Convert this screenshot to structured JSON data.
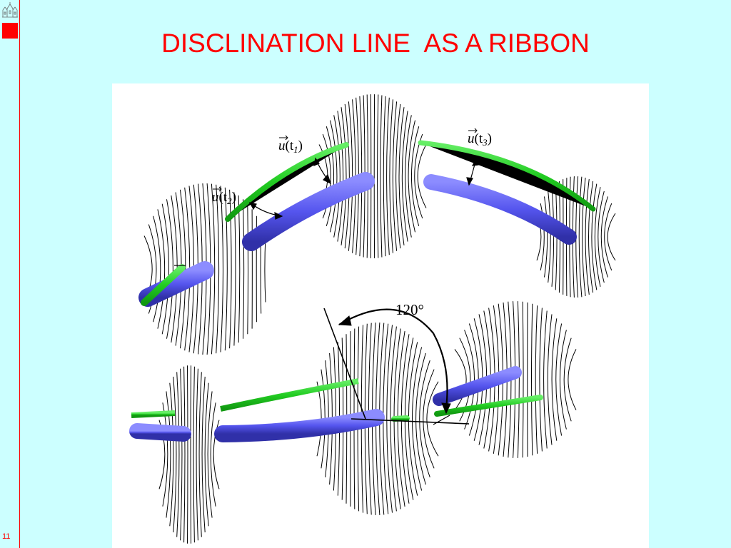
{
  "slide": {
    "title": "DISCLINATION LINE  AS A RIBBON",
    "page_number": "11"
  },
  "figure": {
    "labels": {
      "u_t1": {
        "vec": "u",
        "paren_open": "(t",
        "sub": "1",
        "paren_close": ")"
      },
      "u_t2": {
        "vec": "u",
        "paren_open": "(t",
        "sub": "2",
        "paren_close": ")"
      },
      "u_t3": {
        "vec": "u",
        "paren_open": "(t",
        "sub": "3",
        "paren_close": ")"
      },
      "angle": "120°"
    },
    "colors": {
      "ribbon_green": "#22cc22",
      "ribbon_blue": "#5555ee",
      "hatch": "#000000",
      "background": "#ccffff",
      "accent": "#ff0000"
    }
  }
}
